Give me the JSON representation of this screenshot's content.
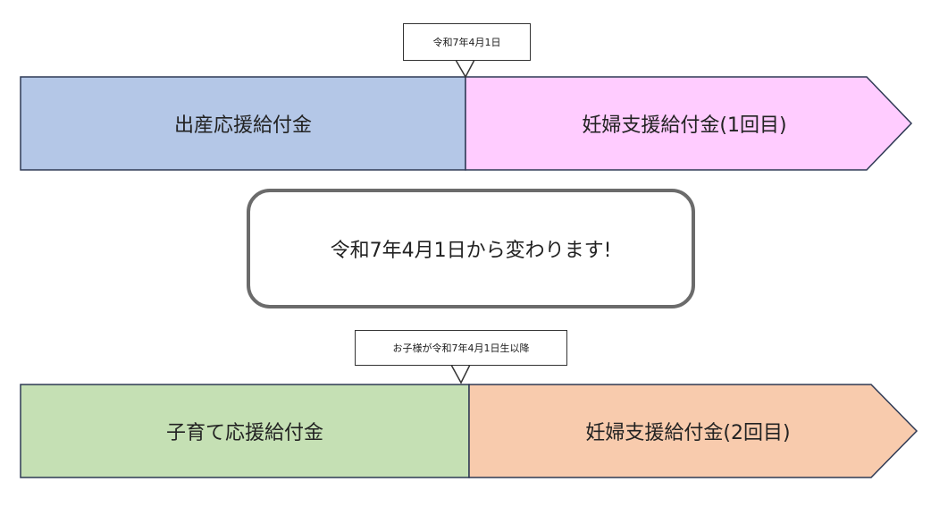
{
  "row1": {
    "date_tag": "令和7年4月1日",
    "left_label": "出産応援給付金",
    "right_label": "妊婦支援給付金(1回目)",
    "left_color": "#b4c7e7",
    "right_color": "#ffccff"
  },
  "notice": {
    "text": "令和7年4月1日から変わります!"
  },
  "row2": {
    "date_tag": "お子様が令和7年4月1日生以降",
    "left_label": "子育て応援給付金",
    "right_label": "妊婦支援給付金(2回目)",
    "left_color": "#c5e0b4",
    "right_color": "#f8cbad"
  },
  "colors": {
    "outline": "#2f3a55"
  }
}
